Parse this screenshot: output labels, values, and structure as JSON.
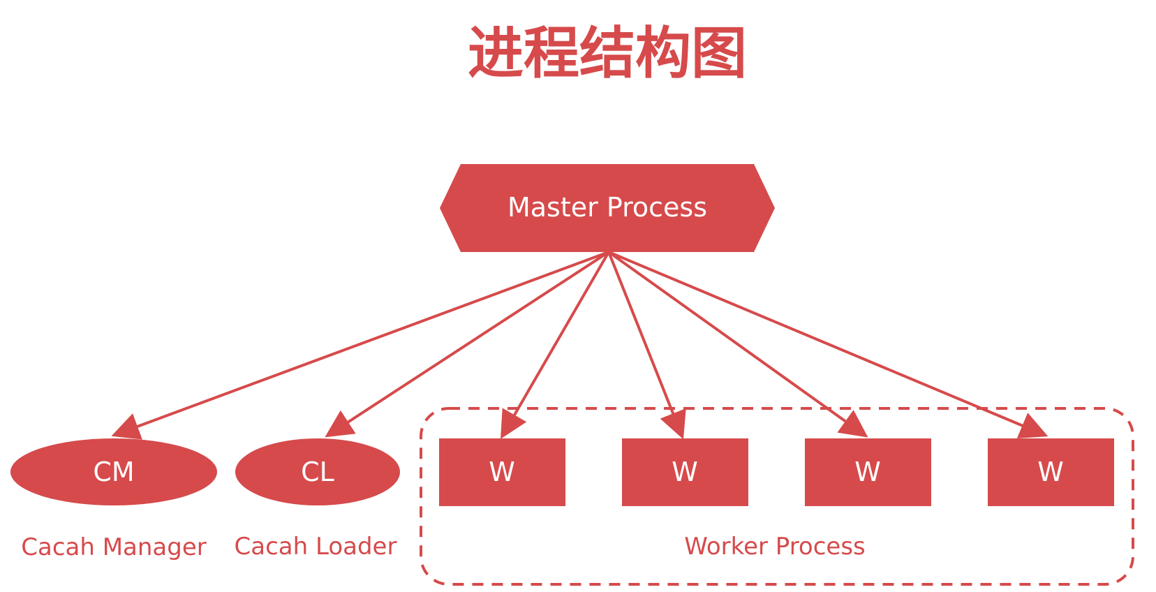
{
  "title": "进程结构图",
  "colors": {
    "accent": "#d64a4b",
    "background": "#ffffff"
  },
  "master": {
    "label": "Master Process"
  },
  "cache_nodes": [
    {
      "label": "CM",
      "caption": "Cacah Manager"
    },
    {
      "label": "CL",
      "caption": "Cacah Loader"
    }
  ],
  "worker_group": {
    "caption": "Worker Process",
    "workers": [
      {
        "label": "W"
      },
      {
        "label": "W"
      },
      {
        "label": "W"
      },
      {
        "label": "W"
      }
    ]
  }
}
